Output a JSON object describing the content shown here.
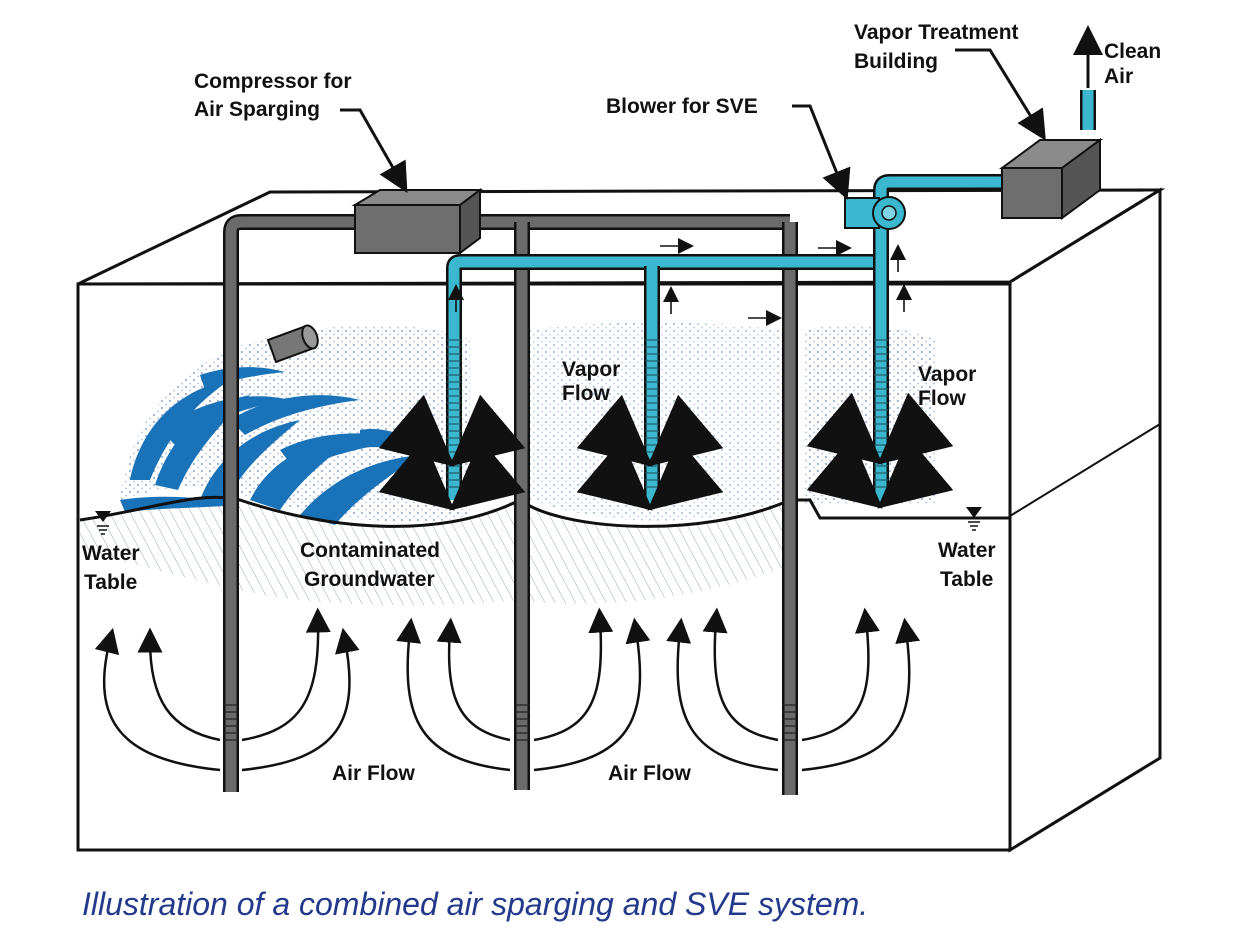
{
  "labels": {
    "compressor": [
      "Compressor for",
      "Air Sparging"
    ],
    "blower": "Blower for SVE",
    "vapor_treatment": [
      "Vapor Treatment",
      "Building"
    ],
    "clean_air": [
      "Clean",
      "Air"
    ],
    "vapor_flow_center": [
      "Vapor",
      "Flow"
    ],
    "vapor_flow_right": [
      "Vapor",
      "Flow"
    ],
    "water_table_left": [
      "Water",
      "Table"
    ],
    "water_table_right": [
      "Water",
      "Table"
    ],
    "contaminated": [
      "Contaminated",
      "Groundwater"
    ],
    "air_flow_left": "Air Flow",
    "air_flow_right": "Air Flow"
  },
  "caption": "Illustration of a combined air sparging and SVE system.",
  "colors": {
    "outline": "#111111",
    "pipe_gray": "#6b6b6b",
    "pipe_cyan": "#3bb8cf",
    "contamination_blue": "#1a73b8",
    "vapor_dots": "#6d8fc9",
    "caption": "#233a8c"
  }
}
